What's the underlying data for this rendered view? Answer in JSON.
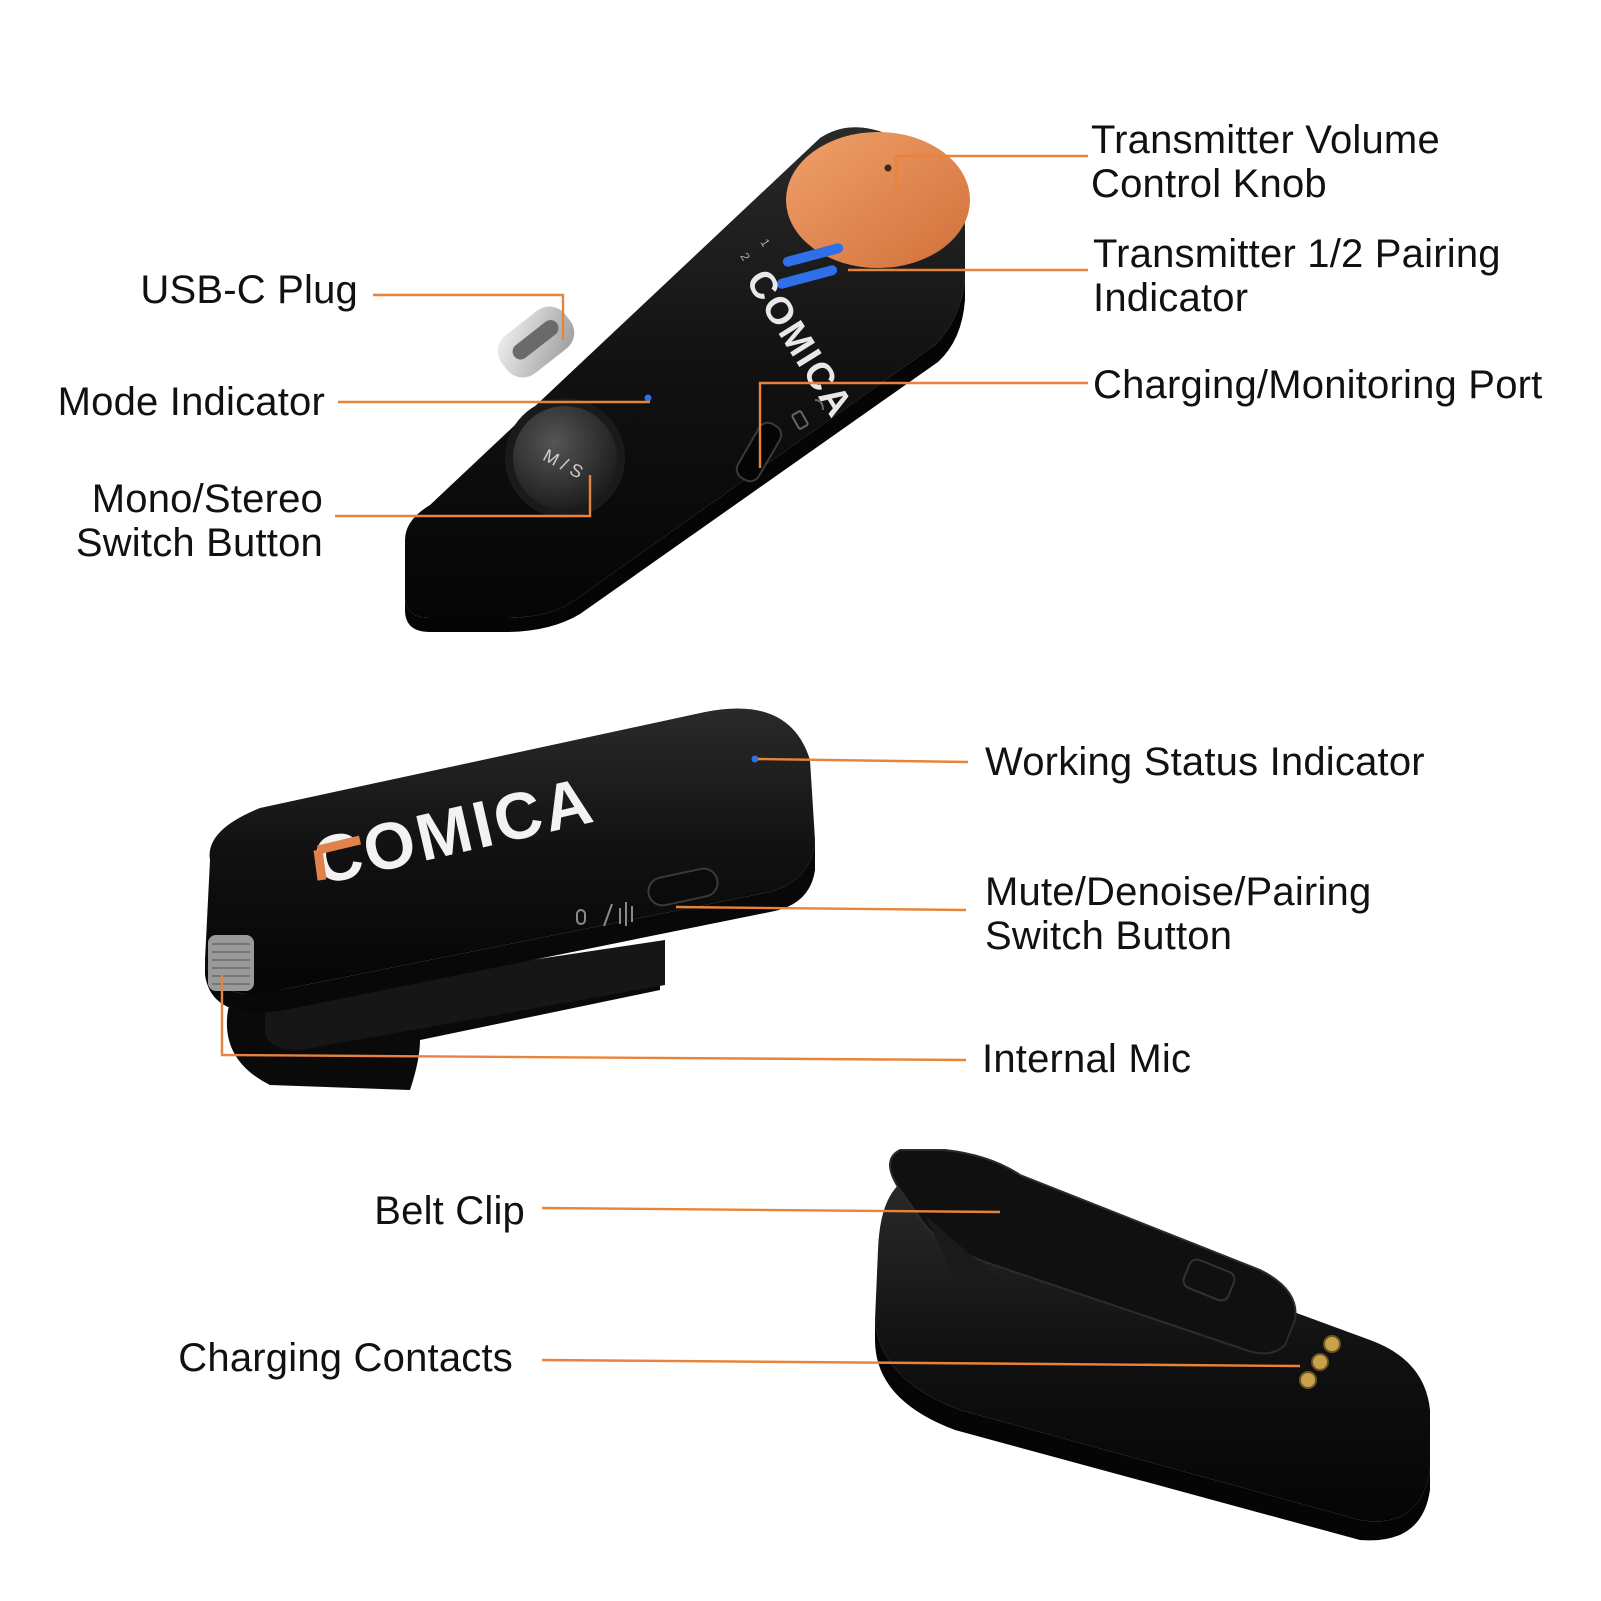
{
  "brand": "COMICA",
  "receiver": {
    "button_glyph": "M / S",
    "pairing_marks": [
      "1",
      "2"
    ]
  },
  "labels": {
    "usb_c_plug": "USB-C Plug",
    "mode_indicator": "Mode Indicator",
    "mono_stereo_l1": "Mono/Stereo",
    "mono_stereo_l2": "Switch Button",
    "volume_knob_l1": "Transmitter Volume",
    "volume_knob_l2": "Control Knob",
    "pairing_l1": "Transmitter 1/2 Pairing",
    "pairing_l2": "Indicator",
    "charging_port": "Charging/Monitoring Port",
    "working_status": "Working Status Indicator",
    "mute_l1": "Mute/Denoise/Pairing",
    "mute_l2": "Switch Button",
    "internal_mic": "Internal Mic",
    "belt_clip": "Belt Clip",
    "charging_contacts": "Charging Contacts"
  },
  "colors": {
    "body": "#0e0e0e",
    "accent_orange": "#e0824a",
    "leader_line": "#e8843a",
    "indicator_blue": "#2f6fe8",
    "contacts_gold": "#c9a34b"
  }
}
